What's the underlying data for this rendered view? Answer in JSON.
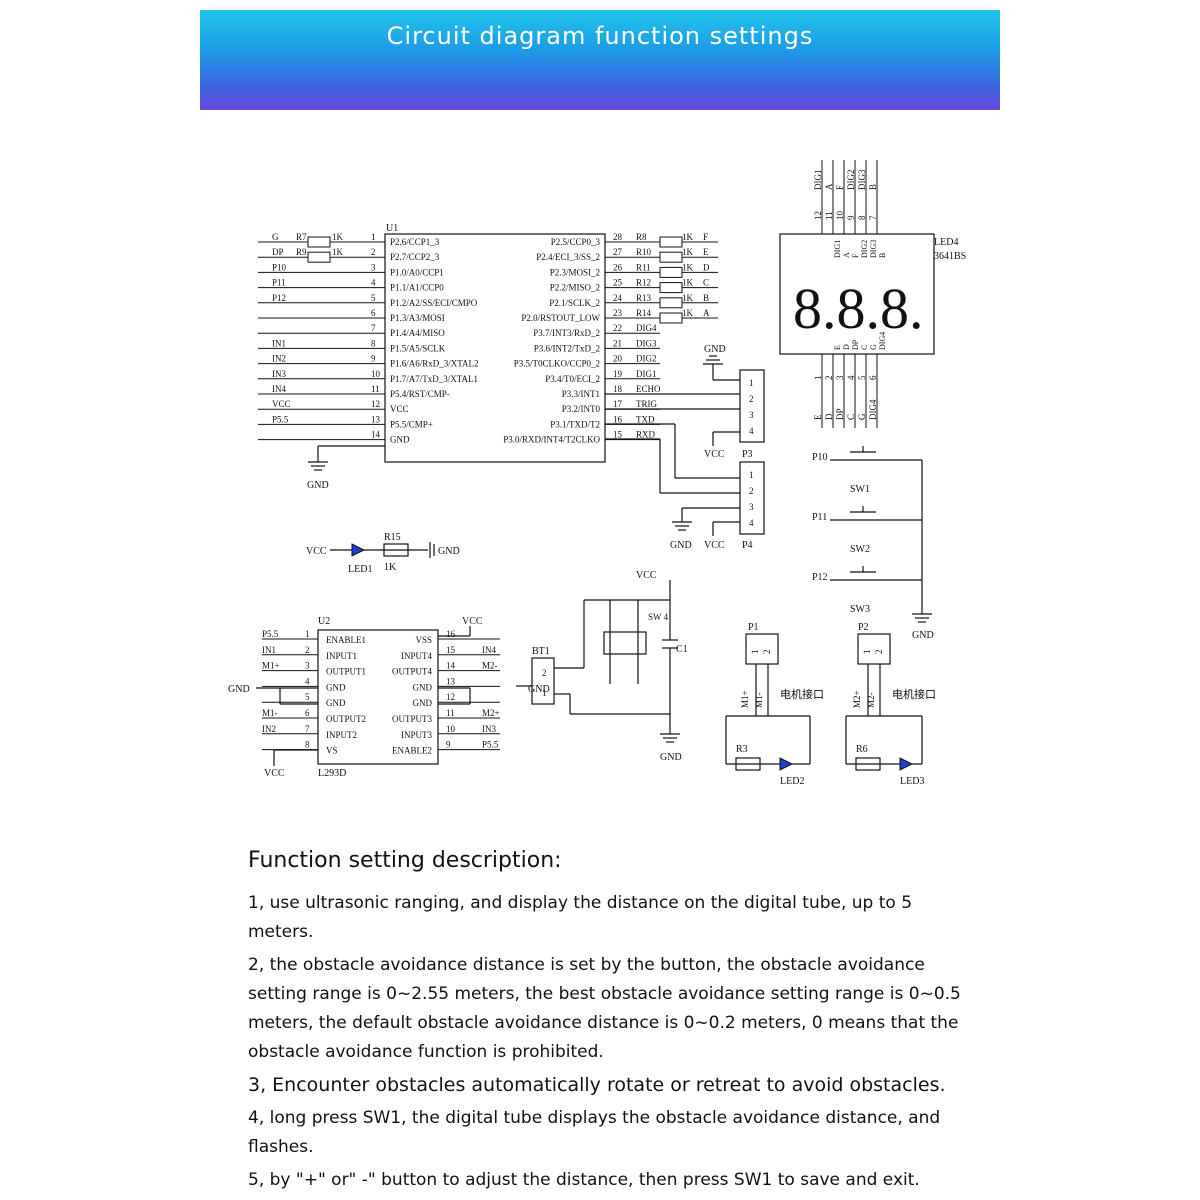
{
  "banner": {
    "title": "Circuit diagram function settings"
  },
  "u1": {
    "ref": "U1",
    "left_pins": [
      {
        "num": "1",
        "name": "P2.6/CCP1_3",
        "net": "G",
        "res": "R7",
        "val": "1K"
      },
      {
        "num": "2",
        "name": "P2.7/CCP2_3",
        "net": "DP",
        "res": "R9",
        "val": "1K"
      },
      {
        "num": "3",
        "name": "P1.0/A0/CCP1",
        "net": "P10",
        "res": "",
        "val": ""
      },
      {
        "num": "4",
        "name": "P1.1/A1/CCP0",
        "net": "P11",
        "res": "",
        "val": ""
      },
      {
        "num": "5",
        "name": "P1.2/A2/SS/ECI/CMPO",
        "net": "P12",
        "res": "",
        "val": ""
      },
      {
        "num": "6",
        "name": "P1.3/A3/MOSI",
        "net": "",
        "res": "",
        "val": ""
      },
      {
        "num": "7",
        "name": "P1.4/A4/MISO",
        "net": "",
        "res": "",
        "val": ""
      },
      {
        "num": "8",
        "name": "P1.5/A5/SCLK",
        "net": "IN1",
        "res": "",
        "val": ""
      },
      {
        "num": "9",
        "name": "P1.6/A6/RxD_3/XTAL2",
        "net": "IN2",
        "res": "",
        "val": ""
      },
      {
        "num": "10",
        "name": "P1.7/A7/TxD_3/XTAL1",
        "net": "IN3",
        "res": "",
        "val": ""
      },
      {
        "num": "11",
        "name": "P5.4/RST/CMP-",
        "net": "IN4",
        "res": "",
        "val": ""
      },
      {
        "num": "12",
        "name": "VCC",
        "net": "VCC",
        "res": "",
        "val": ""
      },
      {
        "num": "13",
        "name": "P5.5/CMP+",
        "net": "P5.5",
        "res": "",
        "val": ""
      },
      {
        "num": "14",
        "name": "GND",
        "net": "",
        "res": "",
        "val": ""
      }
    ],
    "right_pins": [
      {
        "num": "28",
        "name": "P2.5/CCP0_3",
        "net": "F",
        "res": "R8",
        "val": "1K"
      },
      {
        "num": "27",
        "name": "P2.4/ECI_3/SS_2",
        "net": "E",
        "res": "R10",
        "val": "1K"
      },
      {
        "num": "26",
        "name": "P2.3/MOSI_2",
        "net": "D",
        "res": "R11",
        "val": "1K"
      },
      {
        "num": "25",
        "name": "P2.2/MISO_2",
        "net": "C",
        "res": "R12",
        "val": "1K"
      },
      {
        "num": "24",
        "name": "P2.1/SCLK_2",
        "net": "B",
        "res": "R13",
        "val": "1K"
      },
      {
        "num": "23",
        "name": "P2.0/RSTOUT_LOW",
        "net": "A",
        "res": "R14",
        "val": "1K"
      },
      {
        "num": "22",
        "name": "P3.7/INT3/RxD_2",
        "net": "DIG4",
        "res": "",
        "val": ""
      },
      {
        "num": "21",
        "name": "P3.6/INT2/TxD_2",
        "net": "DIG3",
        "res": "",
        "val": ""
      },
      {
        "num": "20",
        "name": "P3.5/T0CLKO/CCP0_2",
        "net": "DIG2",
        "res": "",
        "val": ""
      },
      {
        "num": "19",
        "name": "P3.4/T0/ECI_2",
        "net": "DIG1",
        "res": "",
        "val": ""
      },
      {
        "num": "18",
        "name": "P3.3/INT1",
        "net": "ECHO",
        "res": "",
        "val": ""
      },
      {
        "num": "17",
        "name": "P3.2/INT0",
        "net": "TRIG",
        "res": "",
        "val": ""
      },
      {
        "num": "16",
        "name": "P3.1/TXD/T2",
        "net": "TXD",
        "res": "",
        "val": ""
      },
      {
        "num": "15",
        "name": "P3.0/RXD/INT4/T2CLKO",
        "net": "RXD",
        "res": "",
        "val": ""
      }
    ]
  },
  "led4": {
    "ref": "LED4",
    "part": "3641BS",
    "digits": "8.8.8.",
    "top_nets": [
      "DIG1",
      "A",
      "F",
      "DIG2",
      "DIG3",
      "B"
    ],
    "top_nums": [
      "12",
      "11",
      "10",
      "9",
      "8",
      "7"
    ],
    "bottom_nets": [
      "E",
      "D",
      "DP",
      "C",
      "G",
      "DIG4"
    ],
    "bottom_nums": [
      "1",
      "2",
      "3",
      "4",
      "5",
      "6"
    ],
    "inner_top": [
      "DIG1",
      "A",
      "F",
      "DIG2",
      "DIG3",
      "B"
    ],
    "inner_bottom": [
      "E",
      "D",
      "DP",
      "C",
      "G",
      "DIG4"
    ]
  },
  "labels": {
    "gnd": "GND",
    "vcc": "VCC",
    "p3": "P3",
    "p4": "P4",
    "sw1": "SW1",
    "sw2": "SW2",
    "sw3": "SW3",
    "p10": "P10",
    "p11": "P11",
    "p12": "P12",
    "led1": "LED1",
    "r15": "R15",
    "r15_val": "1K",
    "bt1": "BT1",
    "c1": "C1",
    "sw4": "SW 4",
    "p1": "P1",
    "p2": "P2",
    "m1p": "M1+",
    "m1n": "M1-",
    "m2p": "M2+",
    "m2n": "M2-",
    "motor_port": "电机接口",
    "r3": "R3",
    "r6": "R6",
    "led2": "LED2",
    "led3": "LED3"
  },
  "u2": {
    "ref": "U2",
    "part": "L293D",
    "left_pins": [
      {
        "num": "1",
        "name": "ENABLE1",
        "net": "P5.5"
      },
      {
        "num": "2",
        "name": "INPUT1",
        "net": "IN1"
      },
      {
        "num": "3",
        "name": "OUTPUT1",
        "net": "M1+"
      },
      {
        "num": "4",
        "name": "GND",
        "net": ""
      },
      {
        "num": "5",
        "name": "GND",
        "net": ""
      },
      {
        "num": "6",
        "name": "OUTPUT2",
        "net": "M1-"
      },
      {
        "num": "7",
        "name": "INPUT2",
        "net": "IN2"
      },
      {
        "num": "8",
        "name": "VS",
        "net": ""
      }
    ],
    "right_pins": [
      {
        "num": "16",
        "name": "VSS",
        "net": ""
      },
      {
        "num": "15",
        "name": "INPUT4",
        "net": "IN4"
      },
      {
        "num": "14",
        "name": "OUTPUT4",
        "net": "M2-"
      },
      {
        "num": "13",
        "name": "GND",
        "net": ""
      },
      {
        "num": "12",
        "name": "GND",
        "net": ""
      },
      {
        "num": "11",
        "name": "OUTPUT3",
        "net": "M2+"
      },
      {
        "num": "10",
        "name": "INPUT3",
        "net": "IN3"
      },
      {
        "num": "9",
        "name": "ENABLE2",
        "net": "P5.5"
      }
    ]
  },
  "description": {
    "title": "Function setting description:",
    "items": [
      "1, use ultrasonic ranging, and display the distance on the digital tube, up to 5 meters.",
      "2, the obstacle avoidance distance is set by the button, the obstacle avoidance setting range is 0~2.55 meters, the best obstacle avoidance setting range is 0~0.5 meters, the default obstacle avoidance distance is 0~0.2 meters, 0 means that the obstacle avoidance function is prohibited.",
      "3, Encounter obstacles automatically rotate or retreat to avoid obstacles.",
      "4, long press SW1, the digital tube displays the obstacle avoidance distance, and flashes.",
      "5, by \"+\" or\" -\" button to adjust the distance, then press SW1 to save and exit."
    ]
  }
}
